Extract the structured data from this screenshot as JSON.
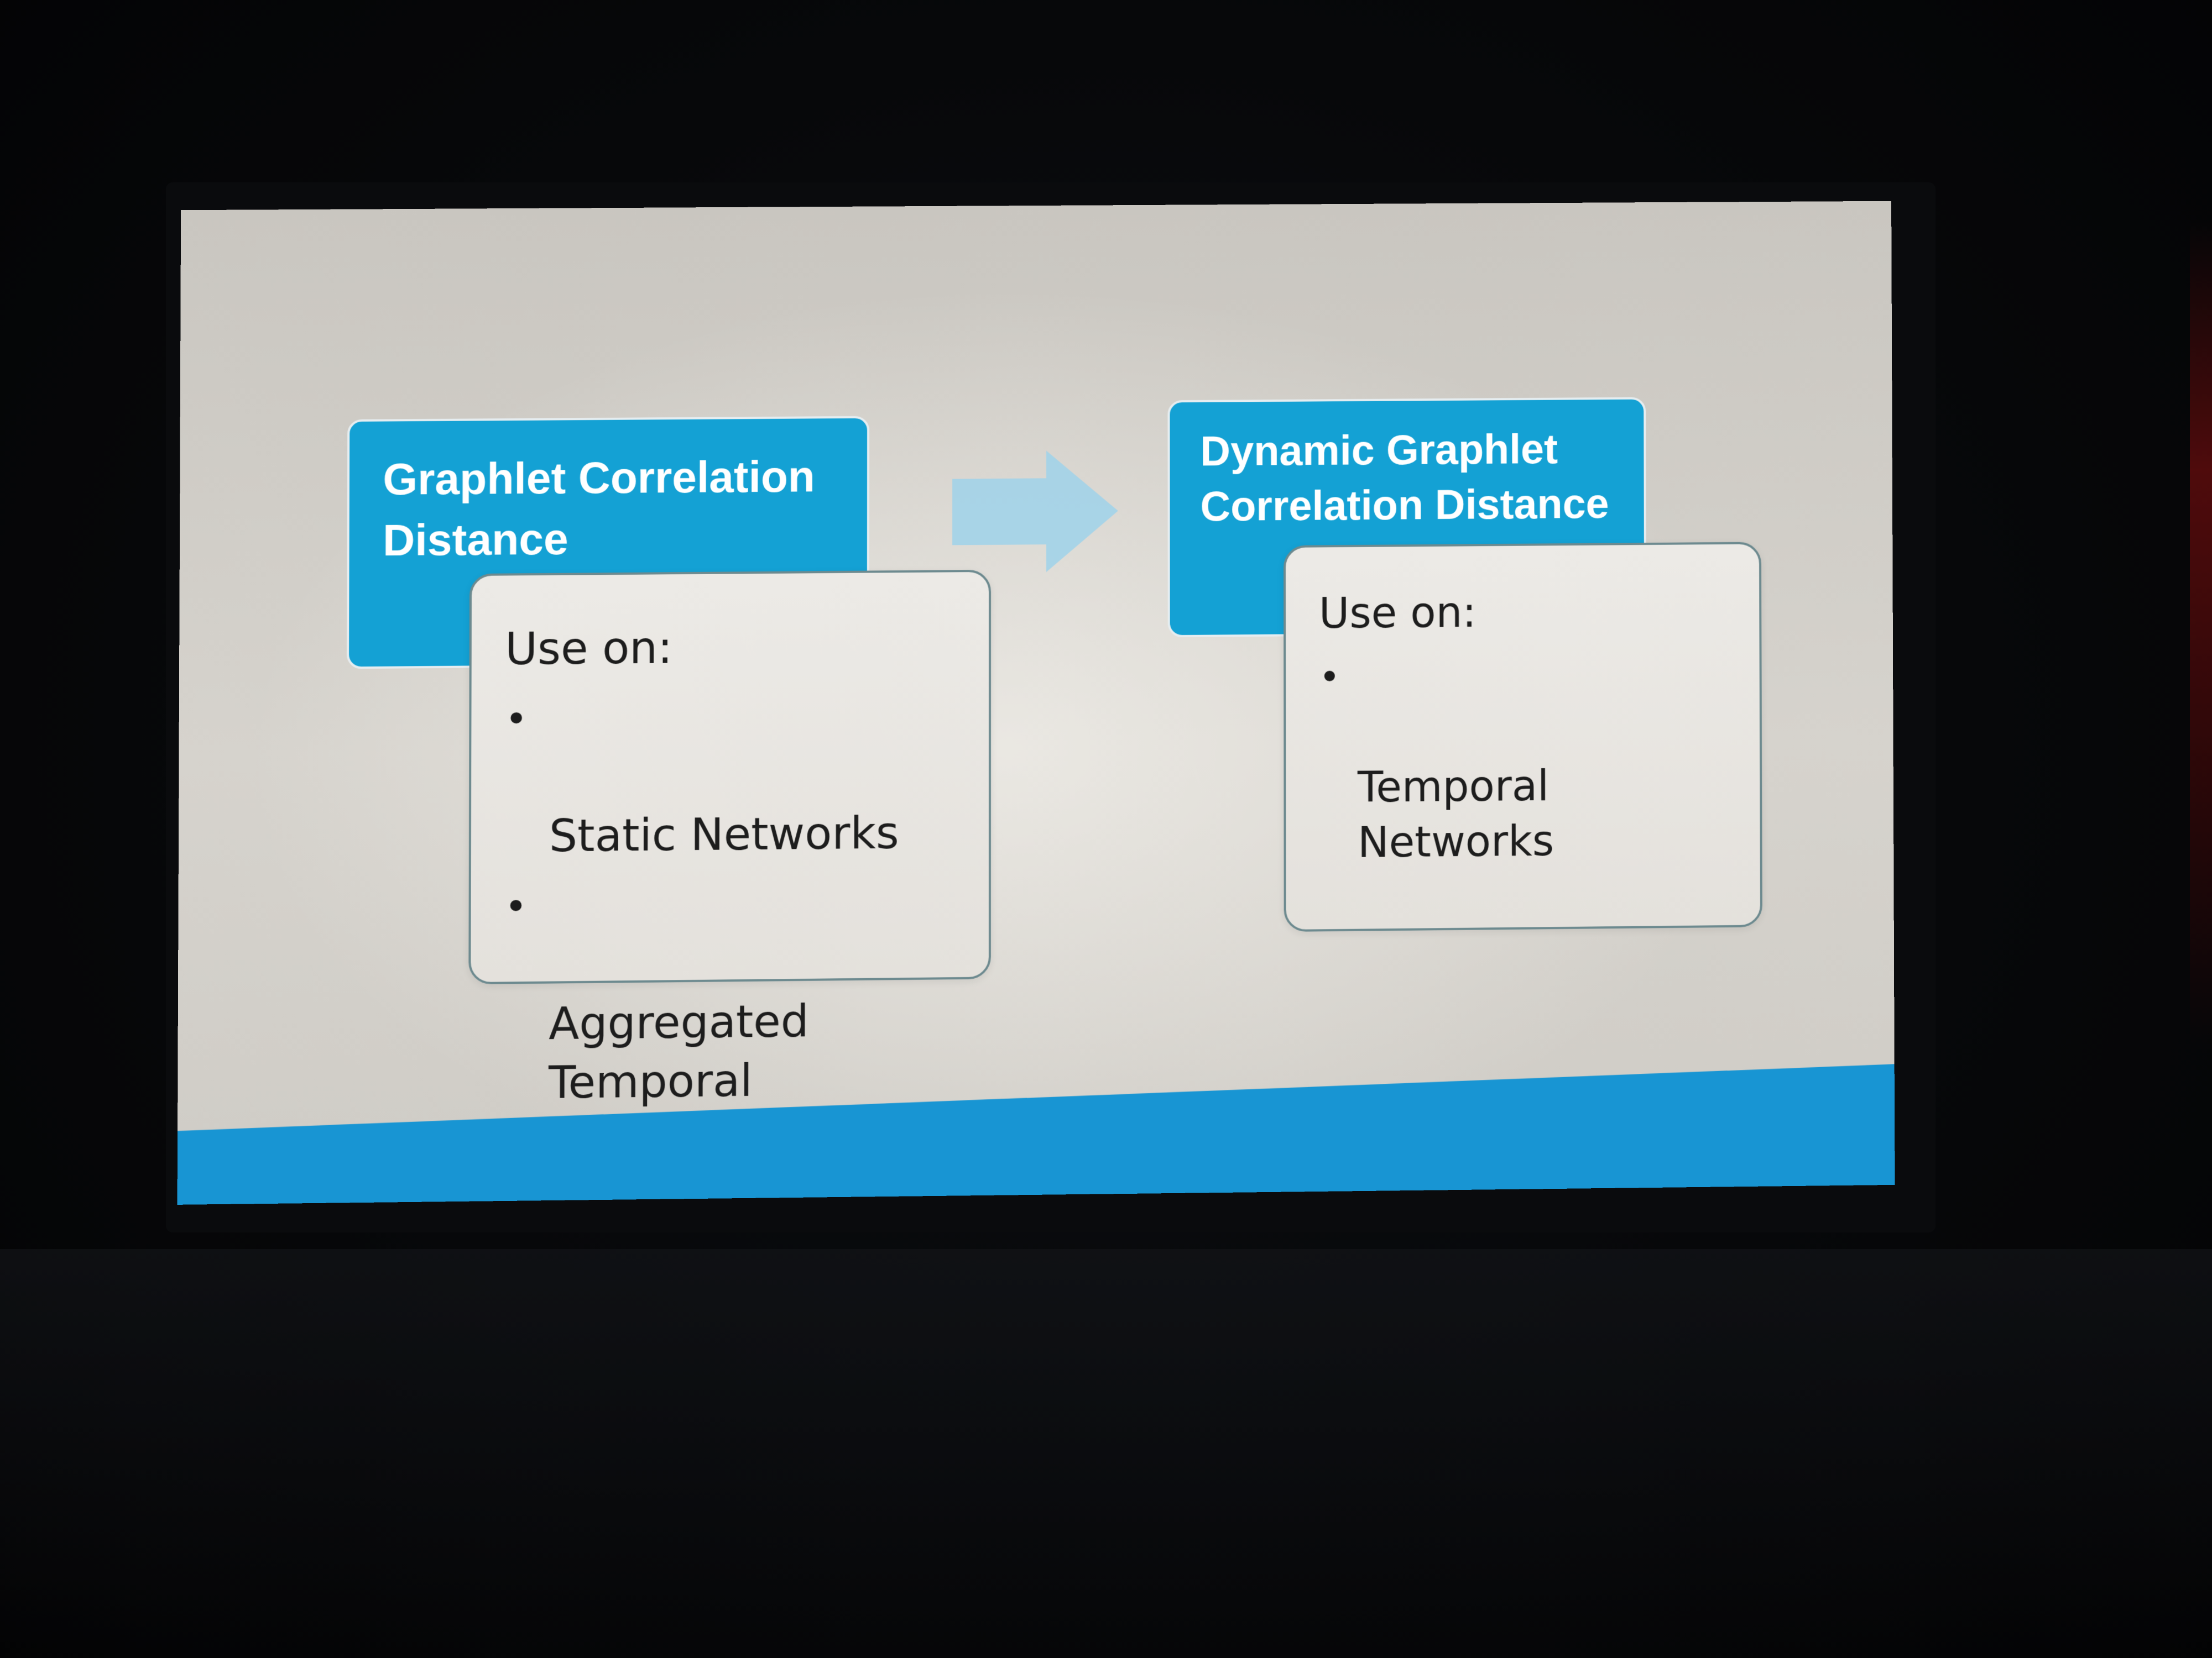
{
  "slide": {
    "left_box": {
      "title": "Graphlet Correlation\nDistance",
      "use_on_label": "Use on:",
      "items": [
        "Static Networks",
        "Aggregated\nTemporal\nNetworks"
      ]
    },
    "right_box": {
      "title": "Dynamic Graphlet\nCorrelation Distance",
      "use_on_label": "Use on:",
      "items": [
        "Temporal\nNetworks"
      ]
    },
    "arrow_icon": "right-arrow-icon",
    "bullet_glyph": "•"
  },
  "colors": {
    "title_box_fill": "#14a1d4",
    "footer_band": "#1895d3",
    "slide_background": "#d3d0ca",
    "list_box_fill": "#e9e7e3",
    "arrow_fill": "#9fd2ea"
  }
}
